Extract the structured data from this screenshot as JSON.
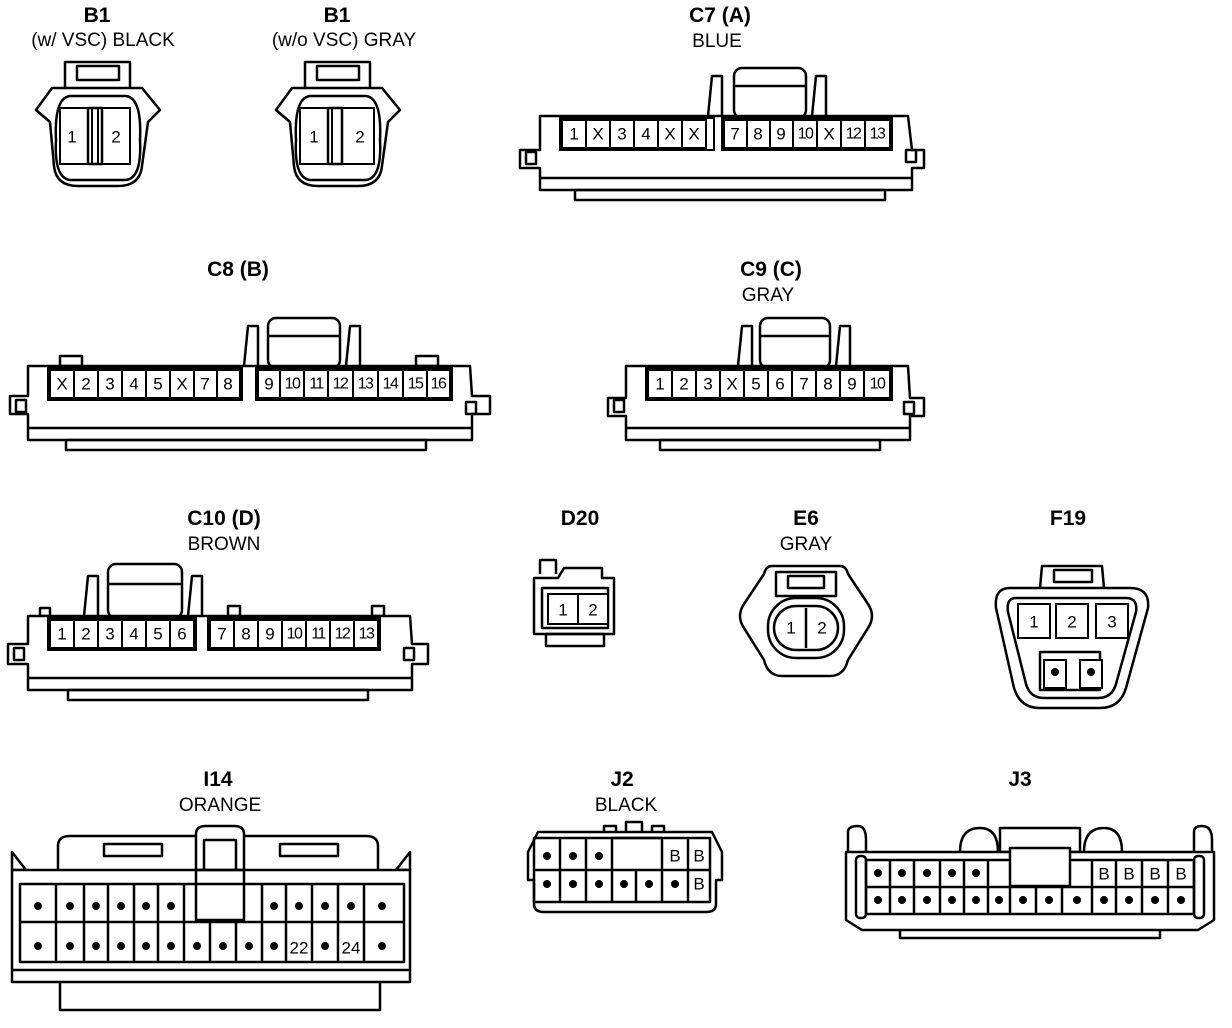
{
  "connectors": {
    "b1_vsc": {
      "title": "B1",
      "subtitle": "(w/ VSC)  BLACK",
      "pins": [
        "1",
        "2"
      ]
    },
    "b1_novsc": {
      "title": "B1",
      "subtitle": "(w/o VSC)  GRAY",
      "pins": [
        "1",
        "2"
      ]
    },
    "c7": {
      "title": "C7 (A)",
      "subtitle": "BLUE",
      "pins_left": [
        "1",
        "X",
        "3",
        "4",
        "X",
        "X"
      ],
      "pins_right": [
        "7",
        "8",
        "9",
        "10",
        "X",
        "12",
        "13"
      ]
    },
    "c8": {
      "title": "C8 (B)",
      "pins_left": [
        "X",
        "2",
        "3",
        "4",
        "5",
        "X",
        "7",
        "8"
      ],
      "pins_right": [
        "9",
        "10",
        "11",
        "12",
        "13",
        "14",
        "15",
        "16"
      ]
    },
    "c9": {
      "title": "C9 (C)",
      "subtitle": "GRAY",
      "pins": [
        "1",
        "2",
        "3",
        "X",
        "5",
        "6",
        "7",
        "8",
        "9",
        "10"
      ]
    },
    "c10": {
      "title": "C10 (D)",
      "subtitle": "BROWN",
      "pins_left": [
        "1",
        "2",
        "3",
        "4",
        "5",
        "6"
      ],
      "pins_right": [
        "7",
        "8",
        "9",
        "10",
        "11",
        "12",
        "13"
      ]
    },
    "d20": {
      "title": "D20",
      "pins": [
        "1",
        "2"
      ]
    },
    "e6": {
      "title": "E6",
      "subtitle": "GRAY",
      "pins": [
        "1",
        "2"
      ]
    },
    "f19": {
      "title": "F19",
      "pins": [
        "1",
        "2",
        "3"
      ]
    },
    "i14": {
      "title": "I14",
      "subtitle": "ORANGE",
      "labels": [
        "22",
        "24"
      ]
    },
    "j2": {
      "title": "J2",
      "subtitle": "BLACK",
      "label": "B"
    },
    "j3": {
      "title": "J3",
      "label": "B"
    }
  }
}
